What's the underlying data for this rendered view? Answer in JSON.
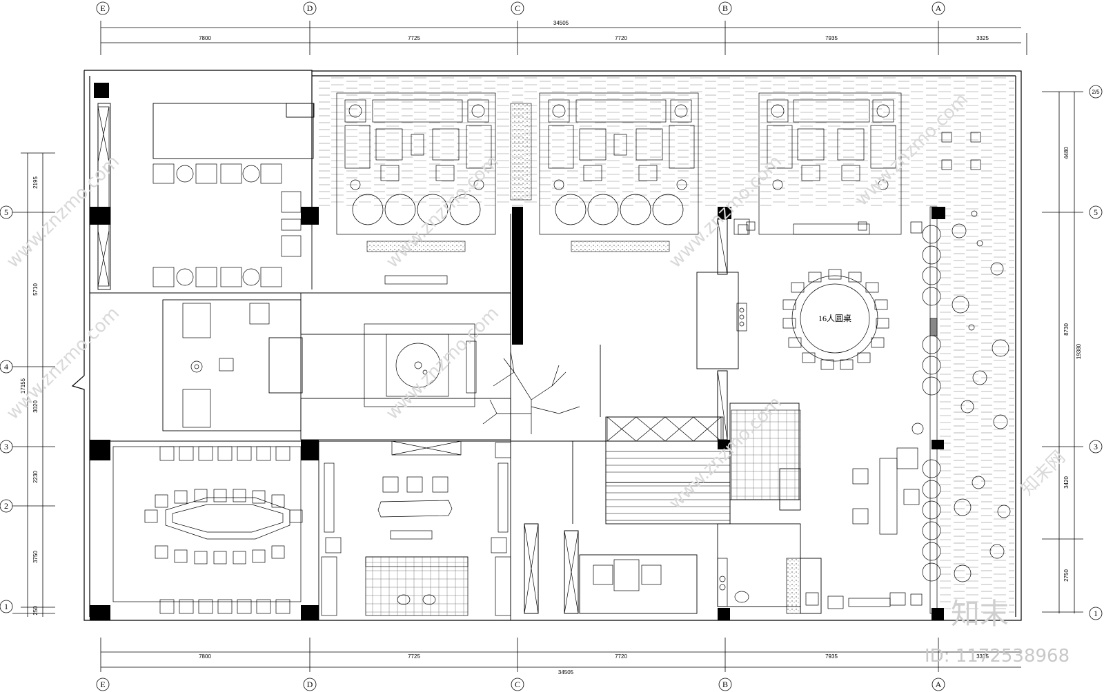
{
  "grid_letters": [
    "E",
    "D",
    "C",
    "B",
    "A"
  ],
  "grid_numbers": [
    "5",
    "4",
    "3",
    "2",
    "1"
  ],
  "grid_extra": "2/5",
  "top_dims": {
    "total": "34505",
    "segments": [
      "7800",
      "7725",
      "7720",
      "7935",
      "3325"
    ]
  },
  "bottom_dims": {
    "total": "34505",
    "segments": [
      "7800",
      "7725",
      "7720",
      "7935",
      "3325"
    ]
  },
  "left_dims": {
    "total": "17155",
    "segments": [
      "2195",
      "5710",
      "3020",
      "2230",
      "3750",
      "250"
    ]
  },
  "right_dims": {
    "total": "19380",
    "segments": [
      "4480",
      "8730",
      "3420",
      "2750"
    ]
  },
  "room_label": "16人圆桌",
  "watermark_text": "www.znzmo.com",
  "watermark_cn": "知末网",
  "logo": "知末",
  "image_id": "ID: 1172538968"
}
